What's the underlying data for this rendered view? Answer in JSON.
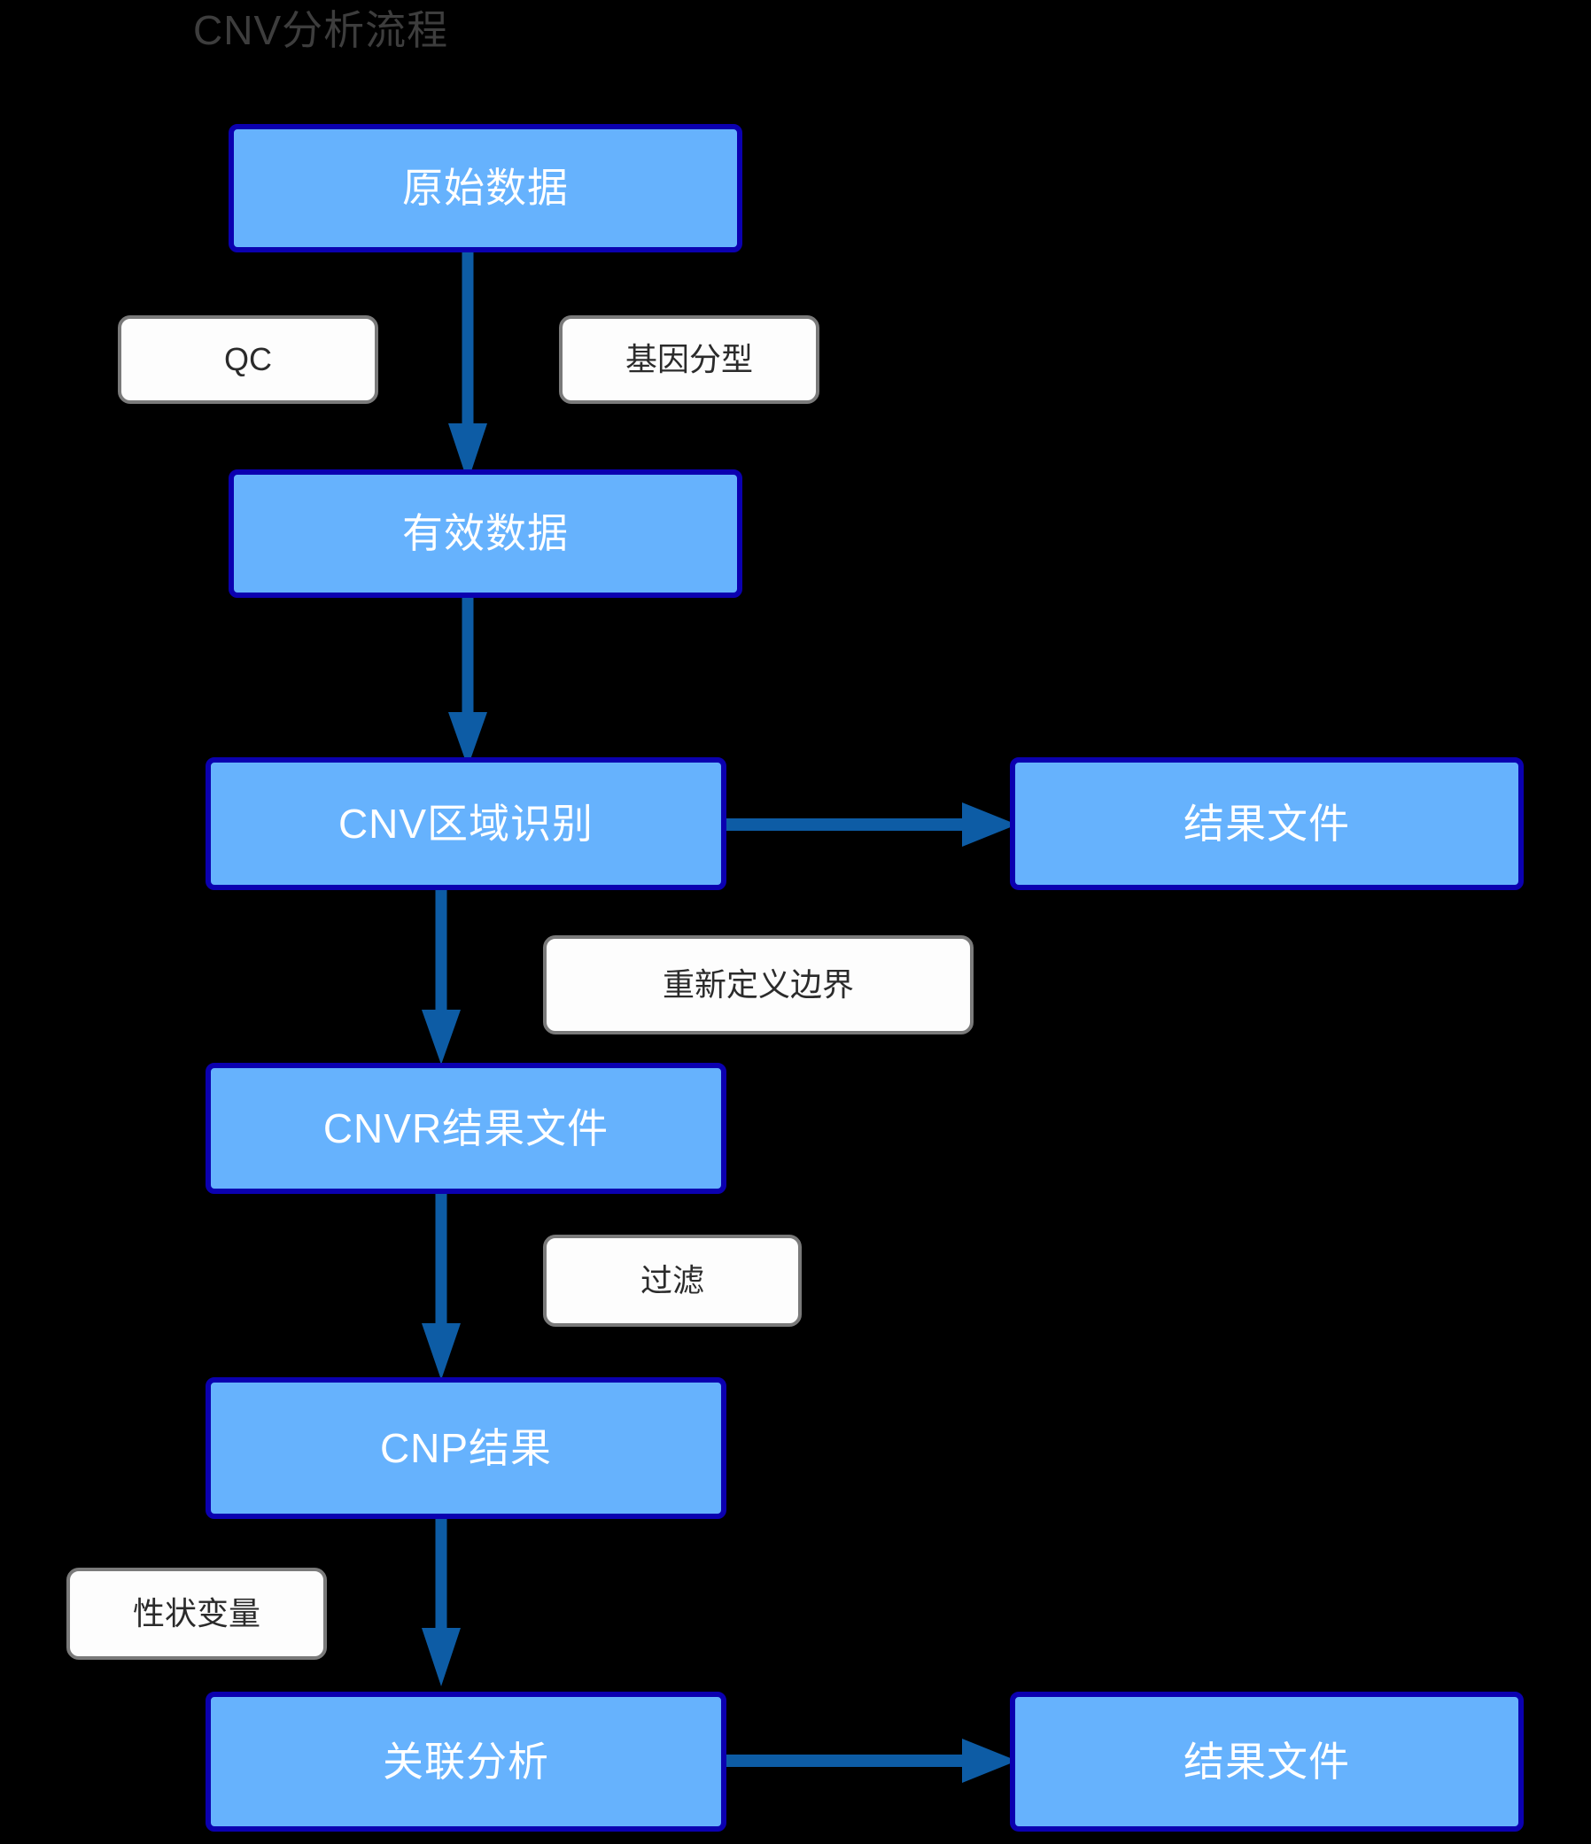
{
  "diagram": {
    "title": "CNV分析流程",
    "background_color": "#000000",
    "title_color": "#3d3d3d",
    "node_fill": "#66b2fd",
    "node_border": "#0b00b0",
    "node_text_color": "#ffffff",
    "label_fill": "#fdfdfd",
    "label_border": "#7a7a7a",
    "label_text_color": "#2b2b2b",
    "arrow_color": "#0d5ca5"
  },
  "nodes": [
    {
      "id": "raw-data",
      "label": "原始数据"
    },
    {
      "id": "valid-data",
      "label": "有效数据"
    },
    {
      "id": "cnv-region-call",
      "label": "CNV区域识别"
    },
    {
      "id": "result-file-1",
      "label": "结果文件"
    },
    {
      "id": "cnvr-result",
      "label": "CNVR结果文件"
    },
    {
      "id": "cnp-result",
      "label": "CNP结果"
    },
    {
      "id": "assoc-analysis",
      "label": "关联分析"
    },
    {
      "id": "result-file-2",
      "label": "结果文件"
    }
  ],
  "edge_labels": [
    {
      "id": "qc",
      "label": "QC"
    },
    {
      "id": "genotyping",
      "label": "基因分型"
    },
    {
      "id": "redefine",
      "label": "重新定义边界"
    },
    {
      "id": "filter",
      "label": "过滤"
    },
    {
      "id": "trait-variable",
      "label": "性状变量"
    }
  ]
}
